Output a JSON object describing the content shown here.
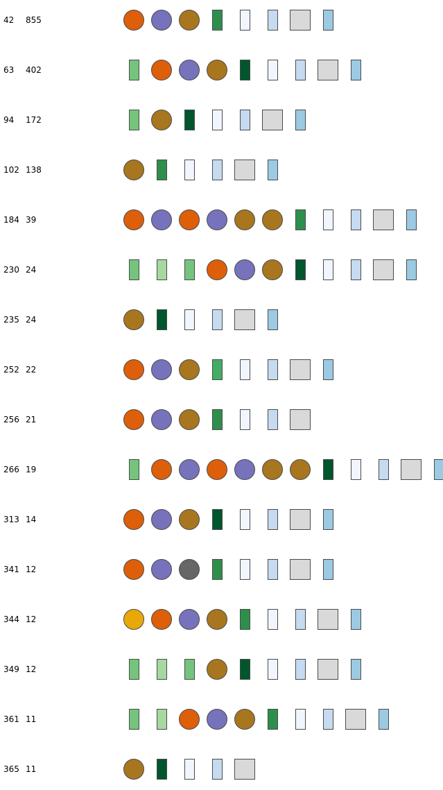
{
  "colors": {
    "orange": "#dd5f09",
    "purple": "#7672bb",
    "gold": "#a8761f",
    "mid_green": "#2e8f4d",
    "dark_green": "#02562d",
    "bright_green": "#41ae63",
    "light_green": "#75c47d",
    "pale_green": "#a6d9a0",
    "white_blue": "#f1f5fe",
    "light_blue": "#c6daf0",
    "gray": "#d9d9d9",
    "sky_blue": "#9bcae2",
    "dark_gray": "#666666",
    "yellow": "#e8a908"
  },
  "rows": [
    {
      "id": "42",
      "count": "855",
      "glyphs": [
        "circle:orange",
        "circle:purple",
        "circle:gold",
        "rect:mid_green",
        "rect:white_blue",
        "rect:light_blue",
        "wide:gray",
        "rect:sky_blue"
      ]
    },
    {
      "id": "63",
      "count": "402",
      "glyphs": [
        "rect:light_green",
        "circle:orange",
        "circle:purple",
        "circle:gold",
        "rect:dark_green",
        "rect:white_blue",
        "rect:light_blue",
        "wide:gray",
        "rect:sky_blue"
      ]
    },
    {
      "id": "94",
      "count": "172",
      "glyphs": [
        "rect:light_green",
        "circle:gold",
        "rect:dark_green",
        "rect:white_blue",
        "rect:light_blue",
        "wide:gray",
        "rect:sky_blue"
      ]
    },
    {
      "id": "102",
      "count": "138",
      "glyphs": [
        "circle:gold",
        "rect:mid_green",
        "rect:white_blue",
        "rect:light_blue",
        "wide:gray",
        "rect:sky_blue"
      ]
    },
    {
      "id": "184",
      "count": "39",
      "glyphs": [
        "circle:orange",
        "circle:purple",
        "circle:orange",
        "circle:purple",
        "circle:gold",
        "circle:gold",
        "rect:mid_green",
        "rect:white_blue",
        "rect:light_blue",
        "wide:gray",
        "rect:sky_blue"
      ]
    },
    {
      "id": "230",
      "count": "24",
      "glyphs": [
        "rect:light_green",
        "rect:pale_green",
        "rect:light_green",
        "circle:orange",
        "circle:purple",
        "circle:gold",
        "rect:dark_green",
        "rect:white_blue",
        "rect:light_blue",
        "wide:gray",
        "rect:sky_blue"
      ]
    },
    {
      "id": "235",
      "count": "24",
      "glyphs": [
        "circle:gold",
        "rect:dark_green",
        "rect:white_blue",
        "rect:light_blue",
        "wide:gray",
        "rect:sky_blue"
      ]
    },
    {
      "id": "252",
      "count": "22",
      "glyphs": [
        "circle:orange",
        "circle:purple",
        "circle:gold",
        "rect:bright_green",
        "rect:white_blue",
        "rect:light_blue",
        "wide:gray",
        "rect:sky_blue"
      ]
    },
    {
      "id": "256",
      "count": "21",
      "glyphs": [
        "circle:orange",
        "circle:purple",
        "circle:gold",
        "rect:mid_green",
        "rect:white_blue",
        "rect:light_blue",
        "wide:gray"
      ]
    },
    {
      "id": "266",
      "count": "19",
      "glyphs": [
        "rect:light_green",
        "circle:orange",
        "circle:purple",
        "circle:orange",
        "circle:purple",
        "circle:gold",
        "circle:gold",
        "rect:dark_green",
        "rect:white_blue",
        "rect:light_blue",
        "wide:gray",
        "rect:sky_blue"
      ]
    },
    {
      "id": "313",
      "count": "14",
      "glyphs": [
        "circle:orange",
        "circle:purple",
        "circle:gold",
        "rect:dark_green",
        "rect:white_blue",
        "rect:light_blue",
        "wide:gray",
        "rect:sky_blue"
      ]
    },
    {
      "id": "341",
      "count": "12",
      "glyphs": [
        "circle:orange",
        "circle:purple",
        "circle:dark_gray",
        "rect:mid_green",
        "rect:white_blue",
        "rect:light_blue",
        "wide:gray",
        "rect:sky_blue"
      ]
    },
    {
      "id": "344",
      "count": "12",
      "glyphs": [
        "circle:yellow",
        "circle:orange",
        "circle:purple",
        "circle:gold",
        "rect:mid_green",
        "rect:white_blue",
        "rect:light_blue",
        "wide:gray",
        "rect:sky_blue"
      ]
    },
    {
      "id": "349",
      "count": "12",
      "glyphs": [
        "rect:light_green",
        "rect:pale_green",
        "rect:light_green",
        "circle:gold",
        "rect:dark_green",
        "rect:white_blue",
        "rect:light_blue",
        "wide:gray",
        "rect:sky_blue"
      ]
    },
    {
      "id": "361",
      "count": "11",
      "glyphs": [
        "rect:light_green",
        "rect:pale_green",
        "circle:orange",
        "circle:purple",
        "circle:gold",
        "rect:mid_green",
        "rect:white_blue",
        "rect:light_blue",
        "wide:gray",
        "rect:sky_blue"
      ]
    },
    {
      "id": "365",
      "count": "11",
      "glyphs": [
        "circle:gold",
        "rect:dark_green",
        "rect:white_blue",
        "rect:light_blue",
        "wide:gray"
      ]
    }
  ]
}
